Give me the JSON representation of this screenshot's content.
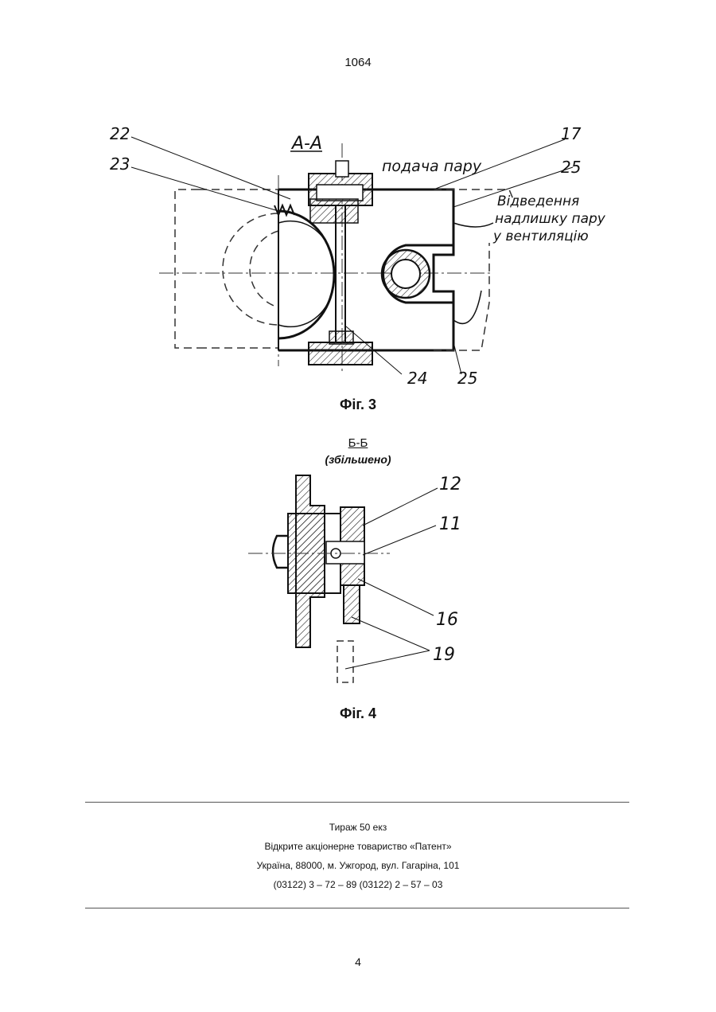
{
  "header": {
    "doc_number": "1064"
  },
  "fig3": {
    "caption": "Фіг. 3",
    "section_label": "А-А",
    "labels": {
      "l22": "22",
      "l23": "23",
      "l17": "17",
      "l25a": "25",
      "l24": "24",
      "l25b": "25"
    },
    "steam_supply": "подача пару",
    "exhaust_note": [
      "Відведення",
      "надлишку пару",
      "у вентиляцію"
    ]
  },
  "fig4": {
    "section_title": "Б-Б",
    "section_note": "(збільшено)",
    "caption": "Фіг. 4",
    "labels": {
      "l12": "12",
      "l11": "11",
      "l16": "16",
      "l19": "19"
    }
  },
  "imprint": {
    "line1": "Тираж 50 екз",
    "line2": "Відкрите акціонерне товариство «Патент»",
    "line3": "Україна, 88000, м. Ужгород, вул. Гагаріна, 101",
    "line4": "(03122) 3 – 72 – 89   (03122) 2 – 57 – 03"
  },
  "footer": {
    "page_number": "4"
  }
}
